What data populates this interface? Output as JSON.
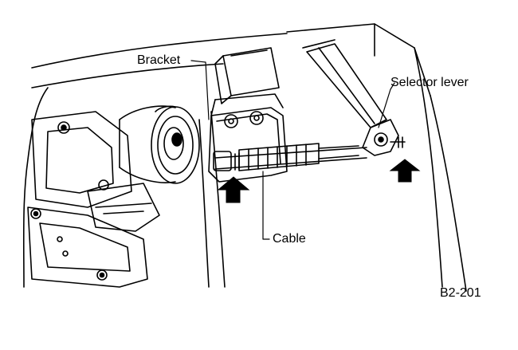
{
  "labels": {
    "bracket": "Bracket",
    "selector_lever": "Selector lever",
    "cable": "Cable",
    "figure_code": "B2-201"
  },
  "colors": {
    "ink": "#000000",
    "paper": "#ffffff"
  }
}
